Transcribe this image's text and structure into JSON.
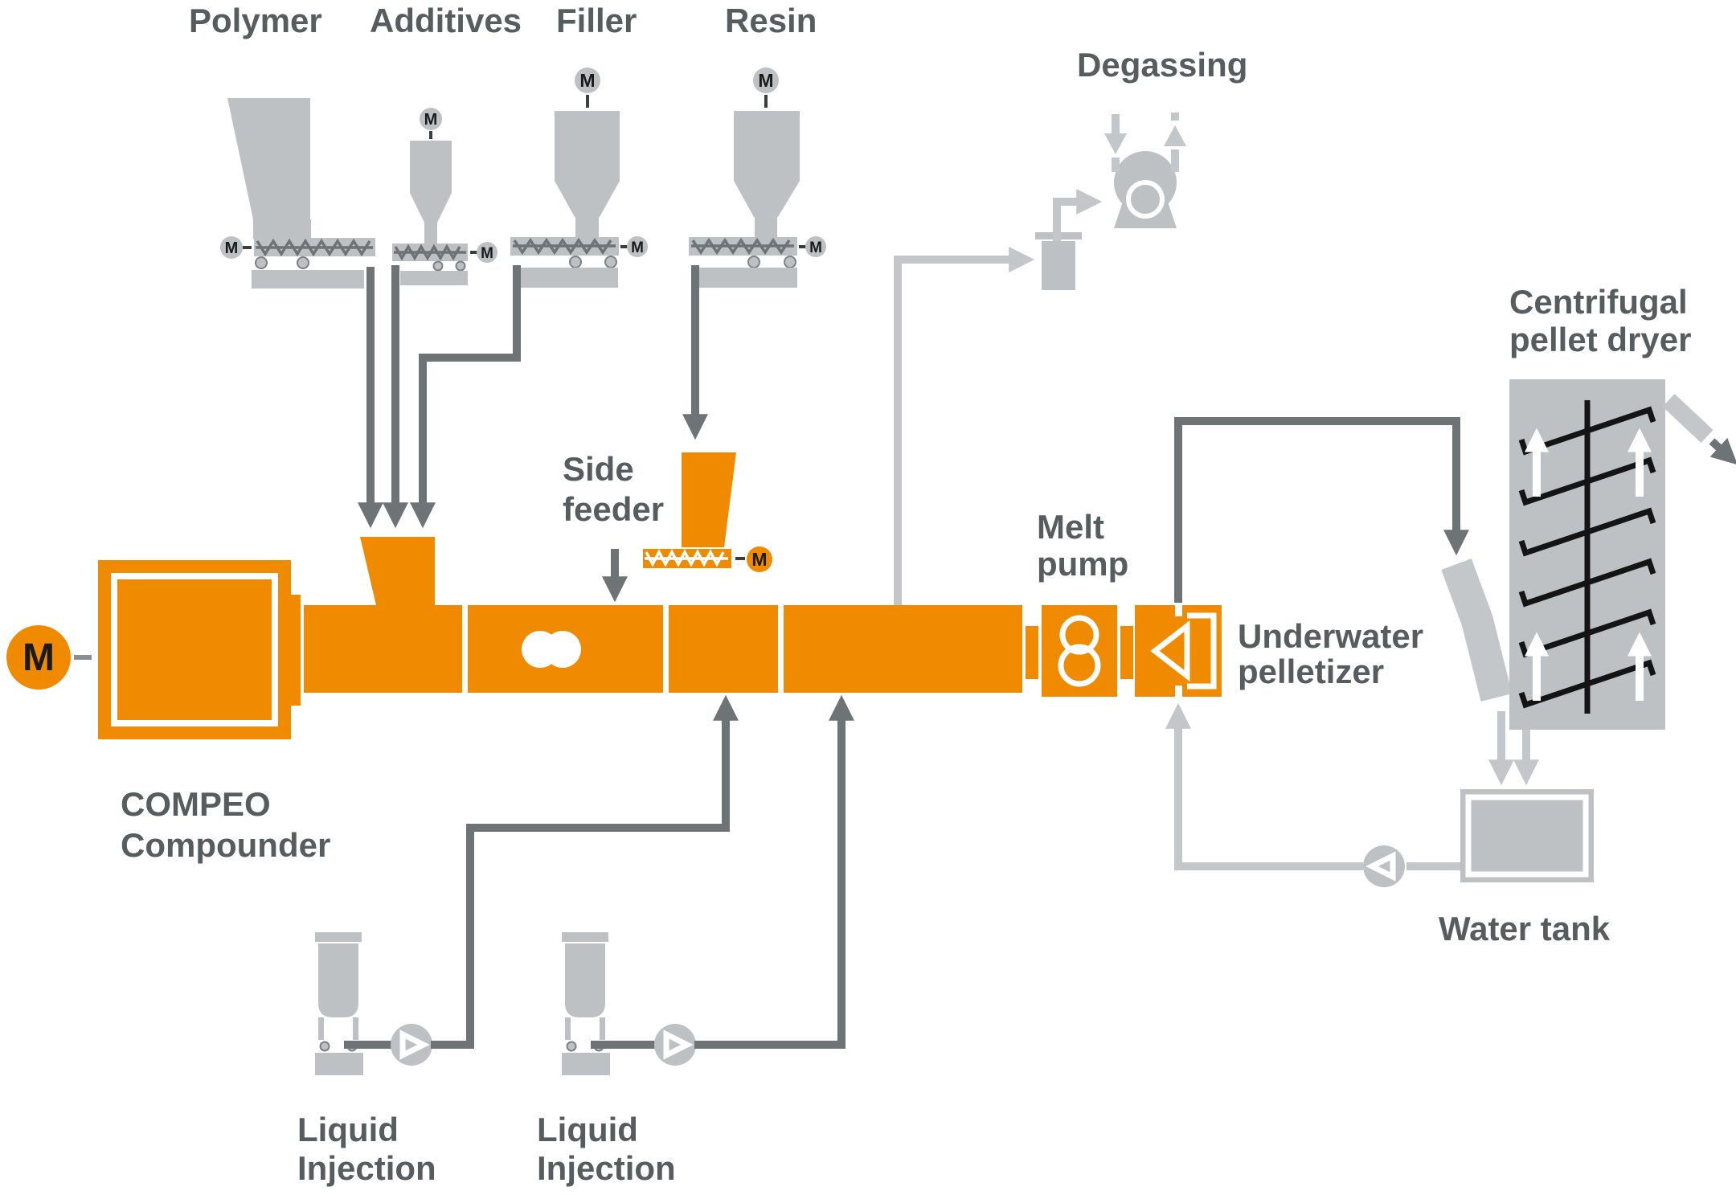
{
  "colors": {
    "orange": "#f08a00",
    "machine_gray": "#bdc1c4",
    "pipe_gray": "#c3c7ca",
    "dark_gray": "#6e7376",
    "text_gray": "#575c5e",
    "black": "#1a1a1a",
    "white": "#ffffff"
  },
  "feeders": [
    {
      "label": "Polymer",
      "side_motor": "M"
    },
    {
      "label": "Additives",
      "top_motor": "M",
      "side_motor": "M"
    },
    {
      "label": "Filler",
      "top_motor": "M",
      "side_motor": "M"
    },
    {
      "label": "Resin",
      "top_motor": "M",
      "side_motor": "M"
    }
  ],
  "extruder": {
    "main_motor": "M",
    "label_line1": "COMPEO",
    "label_line2": "Compounder"
  },
  "side_feeder": {
    "label_line1": "Side",
    "label_line2": "feeder",
    "motor": "M"
  },
  "melt_pump": {
    "label_line1": "Melt",
    "label_line2": "pump"
  },
  "underwater_pelletizer": {
    "label_line1": "Underwater",
    "label_line2": "pelletizer"
  },
  "degassing": {
    "label": "Degassing"
  },
  "pellet_dryer": {
    "label_line1": "Centrifugal",
    "label_line2": "pellet dryer"
  },
  "water_tank": {
    "label": "Water tank"
  },
  "liquid_injection": [
    {
      "label_line1": "Liquid",
      "label_line2": "Injection"
    },
    {
      "label_line1": "Liquid",
      "label_line2": "Injection"
    }
  ]
}
